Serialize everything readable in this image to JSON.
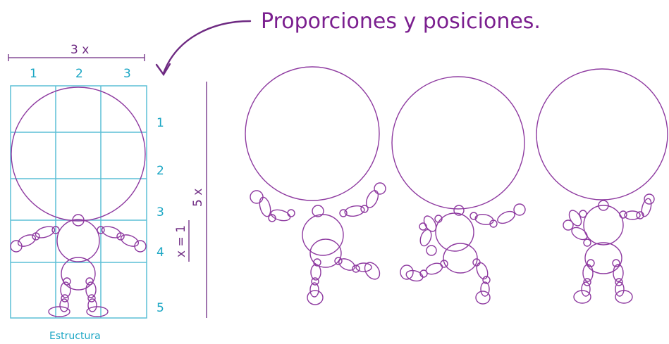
{
  "title": "Proporciones y posiciones.",
  "structure": {
    "width_label": "3 x",
    "column_numbers": [
      "1",
      "2",
      "3"
    ],
    "row_numbers": [
      "1",
      "2",
      "3",
      "4",
      "5"
    ],
    "height_label": "5 x",
    "unit_label": "x = 1",
    "caption": "Estructura"
  },
  "colors": {
    "title": "#7b1f8f",
    "lines": "#8e3aa0",
    "grid": "#5bbfd6",
    "numbers": "#1aa6c4"
  }
}
